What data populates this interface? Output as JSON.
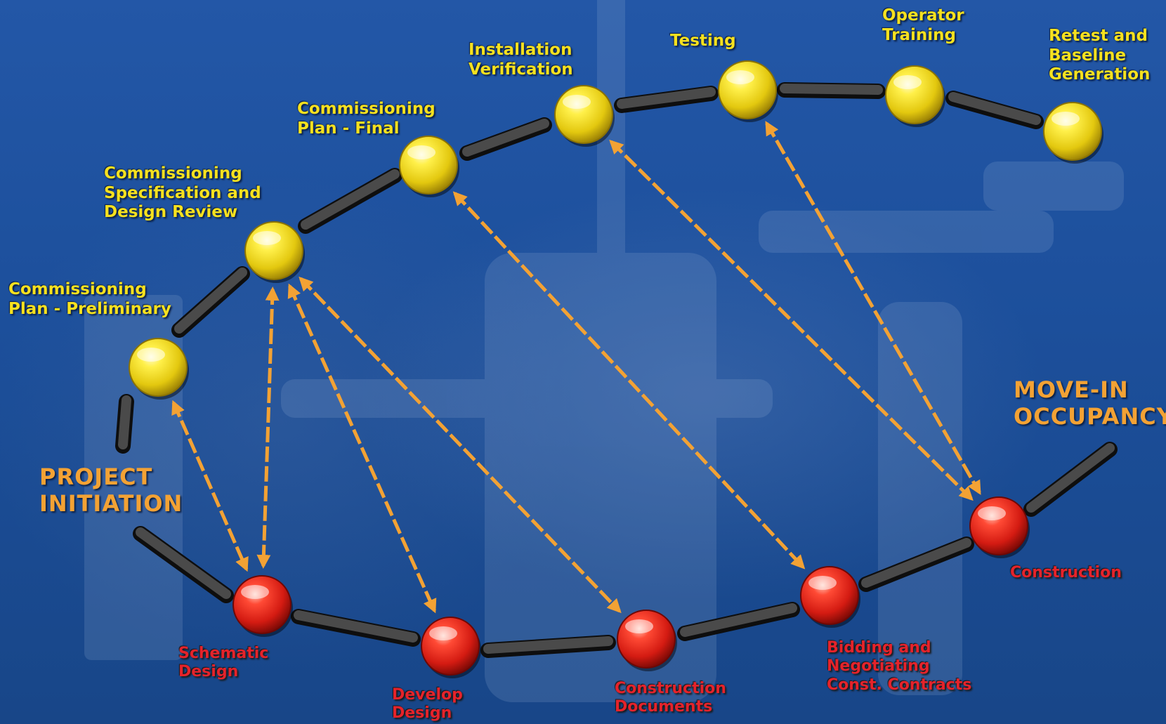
{
  "colors": {
    "background": "#1d4e96",
    "commissioning_node": "#f2de1a",
    "design_construction_node": "#e3241c",
    "arrow": "#f3a234",
    "track": "#1c1c1c"
  },
  "phases": {
    "start": [
      "PROJECT",
      "INITIATION"
    ],
    "end": [
      "MOVE-IN",
      "OCCUPANCY"
    ]
  },
  "commissioning_steps": [
    {
      "id": "cx-plan-prelim",
      "lines": [
        "Commissioning",
        "Plan - Preliminary"
      ]
    },
    {
      "id": "cx-spec-review",
      "lines": [
        "Commissioning",
        "Specification and",
        "Design Review"
      ]
    },
    {
      "id": "cx-plan-final",
      "lines": [
        "Commissioning",
        "Plan - Final"
      ]
    },
    {
      "id": "install-verify",
      "lines": [
        "Installation",
        "Verification"
      ]
    },
    {
      "id": "testing",
      "lines": [
        "Testing"
      ]
    },
    {
      "id": "operator-training",
      "lines": [
        "Operator",
        "Training"
      ]
    },
    {
      "id": "retest-baseline",
      "lines": [
        "Retest and",
        "Baseline",
        "Generation"
      ]
    }
  ],
  "project_steps": [
    {
      "id": "schematic-design",
      "lines": [
        "Schematic",
        "Design"
      ]
    },
    {
      "id": "develop-design",
      "lines": [
        "Develop",
        "Design"
      ]
    },
    {
      "id": "construction-docs",
      "lines": [
        "Construction",
        "Documents"
      ]
    },
    {
      "id": "bidding",
      "lines": [
        "Bidding and",
        "Negotiating",
        "Const. Contracts"
      ]
    },
    {
      "id": "construction",
      "lines": [
        "Construction"
      ]
    }
  ],
  "links": [
    [
      "cx-plan-prelim",
      "schematic-design"
    ],
    [
      "cx-spec-review",
      "schematic-design"
    ],
    [
      "cx-spec-review",
      "develop-design"
    ],
    [
      "cx-spec-review",
      "construction-docs"
    ],
    [
      "cx-plan-final",
      "bidding"
    ],
    [
      "install-verify",
      "construction"
    ],
    [
      "testing",
      "construction"
    ]
  ]
}
